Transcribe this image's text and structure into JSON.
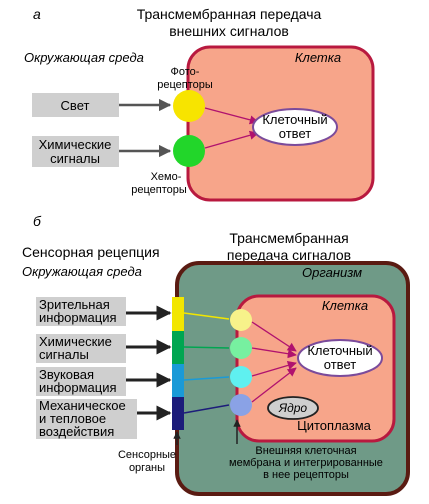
{
  "colors": {
    "title": "#d6205b",
    "sensory": "#1a9ad7",
    "cell_fill": "#f7a58a",
    "cell_stroke": "#b8193f",
    "organism_fill": "#6f9a87",
    "organism_stroke": "#5a1b12",
    "arrow": "#b0126e",
    "input_box": "#cfcfcf",
    "photo": "#f7e400",
    "chemo": "#22d62a",
    "bar_colors": [
      "#f2e600",
      "#00a651",
      "#1a9ad7",
      "#1c1c7a"
    ],
    "circle_colors": [
      "#f7f28a",
      "#77f0a0",
      "#5ff0f0",
      "#8aa2e6"
    ]
  },
  "panel_a": {
    "letter": "а",
    "title_lines": [
      "Трансмембранная передача",
      "внешних сигналов"
    ],
    "environment": "Окружающая среда",
    "cell": "Клетка",
    "inputs": [
      "Свет",
      "Химические",
      "сигналы"
    ],
    "photoreceptor_lines": [
      "Фото-",
      "рецепторы"
    ],
    "chemoreceptor_lines": [
      "Хемо-",
      "рецепторы"
    ],
    "response_lines": [
      "Клеточный",
      "ответ"
    ]
  },
  "panel_b": {
    "letter": "б",
    "sensory": "Сенсорная рецепция",
    "title_lines": [
      "Трансмембранная",
      "передача сигналов"
    ],
    "environment": "Окружающая среда",
    "organism": "Организм",
    "cell": "Клетка",
    "inputs": [
      [
        "Зрительная",
        "информация"
      ],
      [
        "Химические",
        "сигналы"
      ],
      [
        "Звуковая",
        "информация"
      ],
      [
        "Механическое",
        "и тепловое",
        "воздействия"
      ]
    ],
    "response_lines": [
      "Клеточный",
      "ответ"
    ],
    "nucleus": "Ядро",
    "cytoplasm": "Цитоплазма",
    "membrane_lines": [
      "Внешняя клеточная",
      "мембрана и интегрированные",
      "в нее рецепторы"
    ],
    "sense_organs_lines": [
      "Сенсорные",
      "органы"
    ]
  }
}
